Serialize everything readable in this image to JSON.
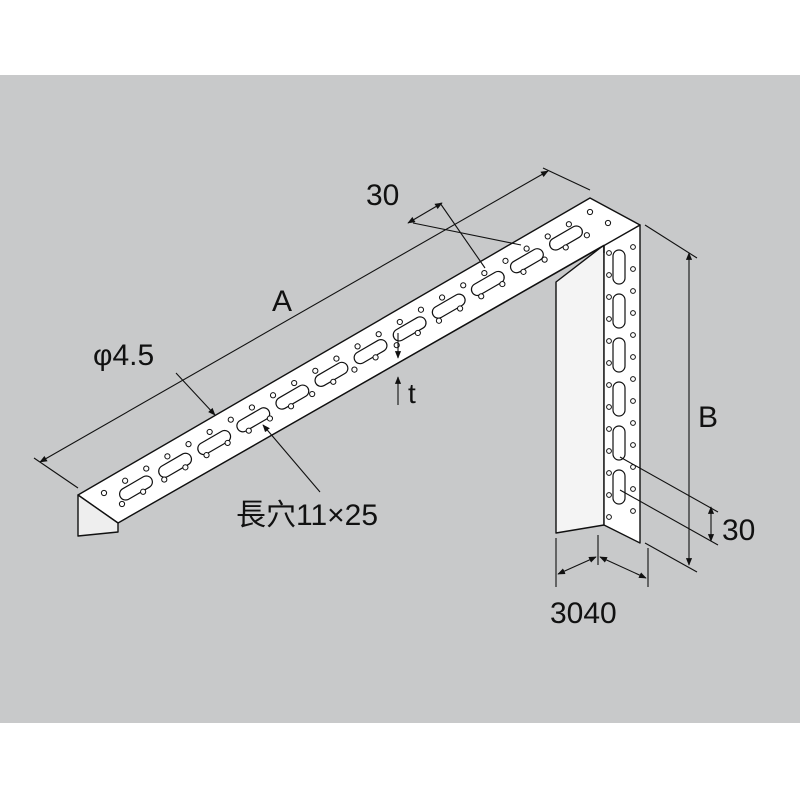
{
  "colors": {
    "background": "#ffffff",
    "panel": "#c8c9ca",
    "line": "#111111",
    "metal": "#ffffff"
  },
  "labels": {
    "dim_a": "A",
    "dim_b": "B",
    "dim_top_30": "30",
    "dim_right_30": "30",
    "hole_diameter": "φ4.5",
    "slot": "長穴11×25",
    "thickness": "t",
    "dim_bottom": "3040"
  }
}
